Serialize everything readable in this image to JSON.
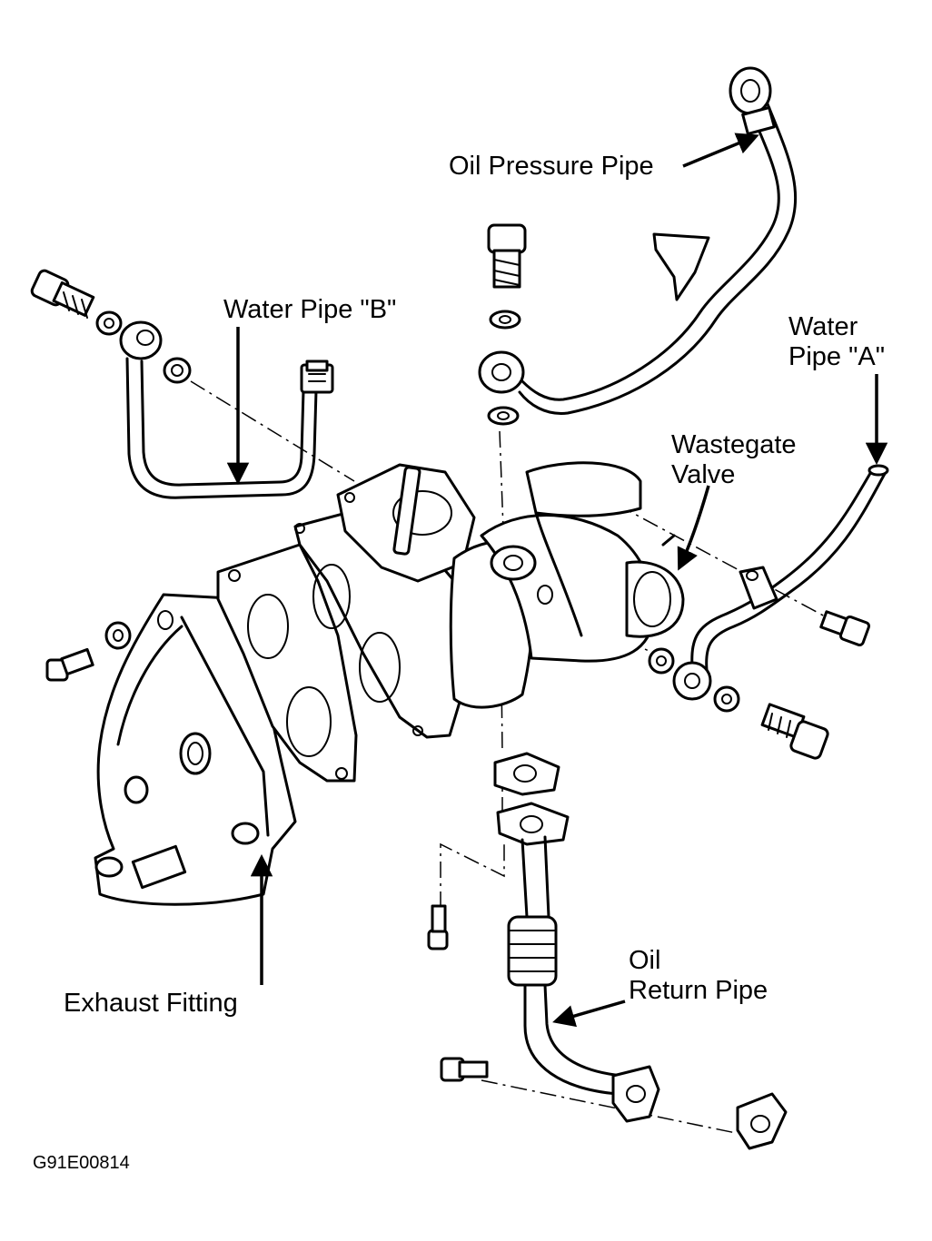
{
  "labels": {
    "oil_pressure_pipe": "Oil Pressure Pipe",
    "water_pipe_b": "Water Pipe \"B\"",
    "water_pipe_a_line1": "Water",
    "water_pipe_a_line2": "Pipe \"A\"",
    "wastegate_line1": "Wastegate",
    "wastegate_line2": "Valve",
    "exhaust_fitting": "Exhaust Fitting",
    "oil_return_line1": "Oil",
    "oil_return_line2": "Return Pipe"
  },
  "figure_code": "G91E00814"
}
